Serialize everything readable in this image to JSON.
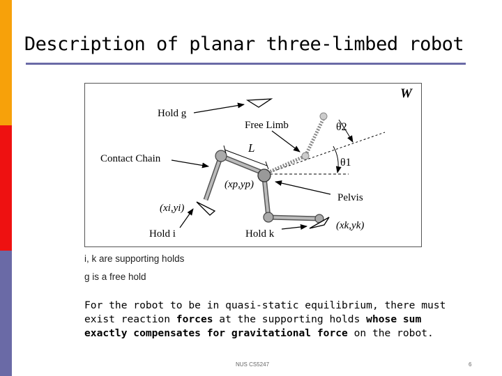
{
  "slide": {
    "title": "Description of planar three-limbed robot",
    "captions": [
      "i, k are supporting holds",
      "g is a free hold"
    ],
    "paragraph": [
      {
        "text": "For the robot to be in quasi-static equilibrium, there must exist reaction ",
        "bold": false
      },
      {
        "text": "forces",
        "bold": true
      },
      {
        "text": " at the supporting holds ",
        "bold": false
      },
      {
        "text": "whose sum exactly compensates for gravitational force",
        "bold": true
      },
      {
        "text": " on the robot.",
        "bold": false
      }
    ],
    "footer": {
      "course": "NUS CS5247",
      "page": "6"
    },
    "colors": {
      "bar_orange": "#f7a10a",
      "bar_red": "#ee1111",
      "bar_blue": "#6a6aa6"
    }
  },
  "diagram": {
    "world_label": "W",
    "labels": {
      "hold_g": "Hold g",
      "free_limb": "Free Limb",
      "theta2": "θ2",
      "L": "L",
      "contact_chain": "Contact Chain",
      "theta1": "θ1",
      "pelvis_coord": "(xp,yp)",
      "pelvis": "Pelvis",
      "hold_i_coord": "(xi,yi)",
      "hold_i": "Hold i",
      "hold_k": "Hold k",
      "hold_k_coord": "(xk,yk)"
    }
  }
}
